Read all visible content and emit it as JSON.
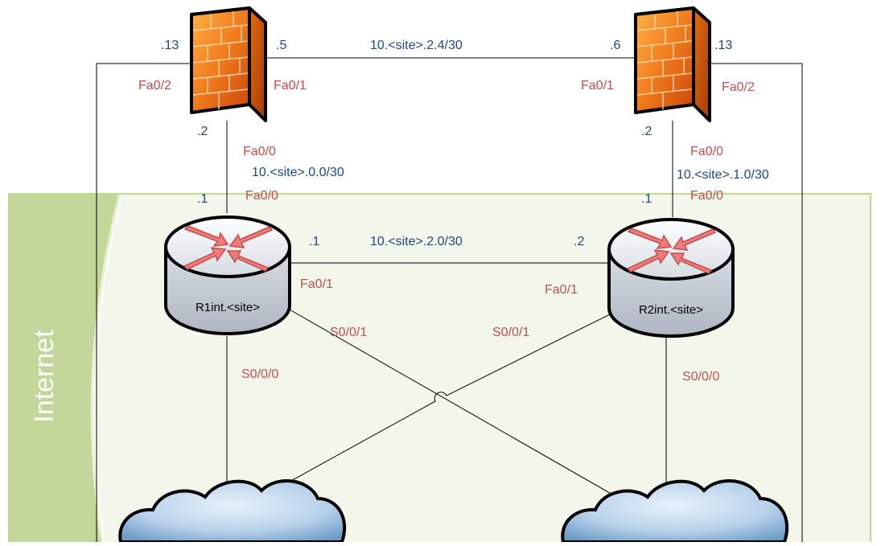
{
  "zone": {
    "label": "Internet",
    "fill": "#c4d79b",
    "inner_fill": "#f3f6ea"
  },
  "colors": {
    "port_label": "#c0504d",
    "ip_label": "#1f497d",
    "line": "#000000"
  },
  "firewalls": [
    {
      "id": "fw1",
      "icon": "firewall-icon",
      "ports": {
        "fa0_2": "Fa0/2",
        "fa0_1": "Fa0/1",
        "fa0_0": "Fa0/0"
      },
      "ips": {
        "left": ".13",
        "right": ".5",
        "down": ".2"
      }
    },
    {
      "id": "fw2",
      "icon": "firewall-icon",
      "ports": {
        "fa0_1": "Fa0/1",
        "fa0_2": "Fa0/2",
        "fa0_0": "Fa0/0"
      },
      "ips": {
        "left": ".6",
        "right": ".13",
        "down": ".2"
      }
    }
  ],
  "routers": [
    {
      "id": "r1",
      "name": "R1int.<site>",
      "icon": "router-icon",
      "ports": {
        "fa0_0": "Fa0/0",
        "fa0_1": "Fa0/1",
        "s0_0_1": "S0/0/1",
        "s0_0_0": "S0/0/0"
      },
      "ips": {
        "up": ".1",
        "right": ".1"
      }
    },
    {
      "id": "r2",
      "name": "R2int.<site>",
      "icon": "router-icon",
      "ports": {
        "fa0_0": "Fa0/0",
        "fa0_1": "Fa0/1",
        "s0_0_1": "S0/0/1",
        "s0_0_0": "S0/0/0"
      },
      "ips": {
        "up": ".1",
        "left": ".2"
      }
    }
  ],
  "subnets": {
    "fw_fw": "10.<site>.2.4/30",
    "fw1_r1": "10.<site>.0.0/30",
    "fw2_r2": "10.<site>.1.0/30",
    "r1_r2": "10.<site>.2.0/30"
  },
  "clouds": [
    {
      "id": "cloud1",
      "icon": "cloud-icon"
    },
    {
      "id": "cloud2",
      "icon": "cloud-icon"
    }
  ]
}
